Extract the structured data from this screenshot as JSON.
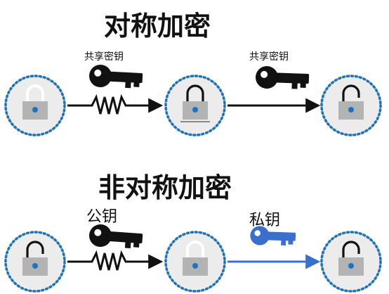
{
  "symmetric": {
    "title": "对称加密",
    "key_label_1": "共享密钥",
    "key_label_2": "共享密钥"
  },
  "asymmetric": {
    "title": "非对称加密",
    "public_key_label": "公钥",
    "private_key_label": "私钥"
  },
  "colors": {
    "circle_fill": "#ececec",
    "dotted_ring": "#1f73b7",
    "lock_body": "#b3b3b3",
    "lock_dot": "#1a73c7",
    "key_black": "#111111",
    "key_blue": "#3a6fd0",
    "arrow_black": "#111111",
    "arrow_blue": "#3a6fd0"
  }
}
